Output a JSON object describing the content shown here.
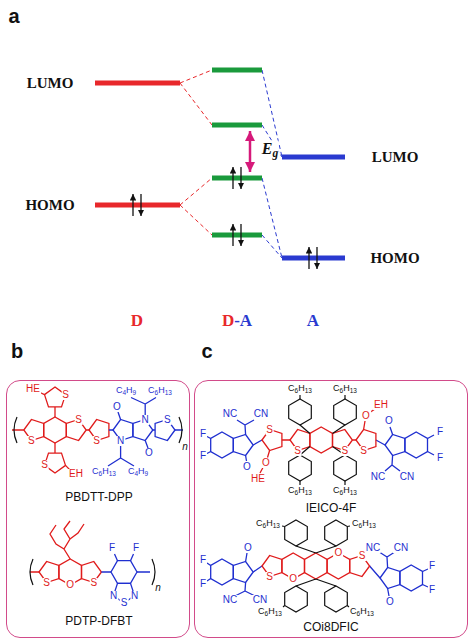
{
  "diagram": {
    "nodes": [
      {
        "text": [
          "b",
          "PBDTT-DPP",
          "PDTP-DFBT"
        ]
      },
      {
        "text": [
          "c",
          "IEICO-4F",
          "COi8DFIC"
        ]
      }
    ],
    "labels": [
      "a",
      "LUMO",
      "HOMO",
      "LUMO",
      "HOMO",
      "Eg",
      "D",
      "D-A",
      "A",
      "HE",
      "EH",
      "S",
      "S",
      "S",
      "S",
      "S",
      "O",
      "N",
      "C4H9",
      "C6H13",
      "N",
      "O",
      "C6H13",
      "C4H9",
      "S",
      "n",
      "O",
      "S",
      "S",
      "F",
      "F",
      "N",
      "S",
      "N",
      "n",
      "F",
      "F",
      "NC",
      "CN",
      "O",
      "S",
      "O",
      "HE",
      "C6H13",
      "C6H13",
      "S",
      "S",
      "C6H13",
      "C6H13",
      "O",
      "EH",
      "S",
      "O",
      "NC",
      "CN",
      "F",
      "F",
      "F",
      "F",
      "O",
      "NC",
      "CN",
      "S",
      "C6H13",
      "C6H13",
      "O",
      "O",
      "C6H13",
      "C6H13",
      "S",
      "NC",
      "CN",
      "O",
      "F",
      "F"
    ]
  }
}
